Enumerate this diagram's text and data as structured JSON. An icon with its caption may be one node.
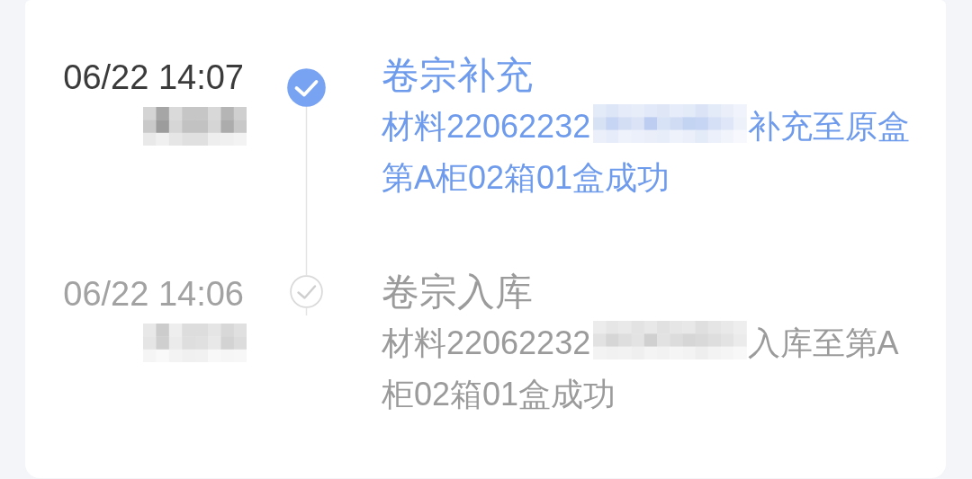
{
  "diagram": {
    "nodes": [
      {
        "text": [],
        "shape": "box"
      },
      {
        "text": [],
        "shape": "circle",
        "in": 0,
        "beside": [
          "06/22 14:07",
          "卷宗补充",
          "材料22062232",
          "补充至原盒第A柜02箱01盒成功"
        ]
      },
      {
        "text": [],
        "shape": "circle",
        "in": 0,
        "beside": [
          "06/22 14:06",
          "卷宗入库",
          "材料22062232",
          "入库至第A柜02箱01盒成功"
        ]
      }
    ],
    "edges": [
      {
        "from": 1,
        "to": 2,
        "arrow": "none"
      }
    ]
  }
}
